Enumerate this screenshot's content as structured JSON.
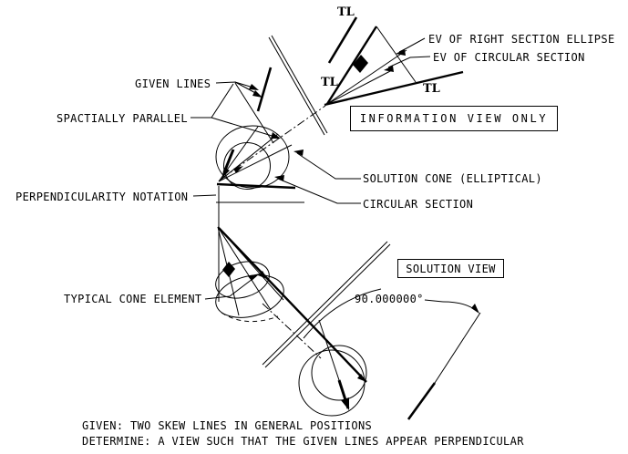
{
  "canvas": {
    "background": "#ffffff",
    "line_color": "#000000"
  },
  "information_view": {
    "box_label": "INFORMATION VIEW ONLY",
    "tl_top": "TL",
    "tl_left": "TL",
    "tl_right": "TL",
    "label_ev_right_section": "EV OF RIGHT SECTION ELLIPSE",
    "label_ev_circular_section": "EV OF CIRCULAR SECTION",
    "label_given_lines": "GIVEN LINES",
    "label_spatially_parallel": "SPACTIALLY PARALLEL",
    "label_perpendicularity": "PERPENDICULARITY NOTATION",
    "label_solution_cone": "SOLUTION CONE (ELLIPTICAL)",
    "label_circular_section": "CIRCULAR SECTION"
  },
  "solution_view": {
    "box_label": "SOLUTION VIEW",
    "label_typical_cone_element": "TYPICAL CONE ELEMENT",
    "angle_dimension": "90.000000°"
  },
  "notes": {
    "given": "GIVEN: TWO SKEW LINES IN GENERAL POSITIONS",
    "determine": "DETERMINE: A VIEW SUCH THAT THE GIVEN LINES APPEAR PERPENDICULAR"
  }
}
